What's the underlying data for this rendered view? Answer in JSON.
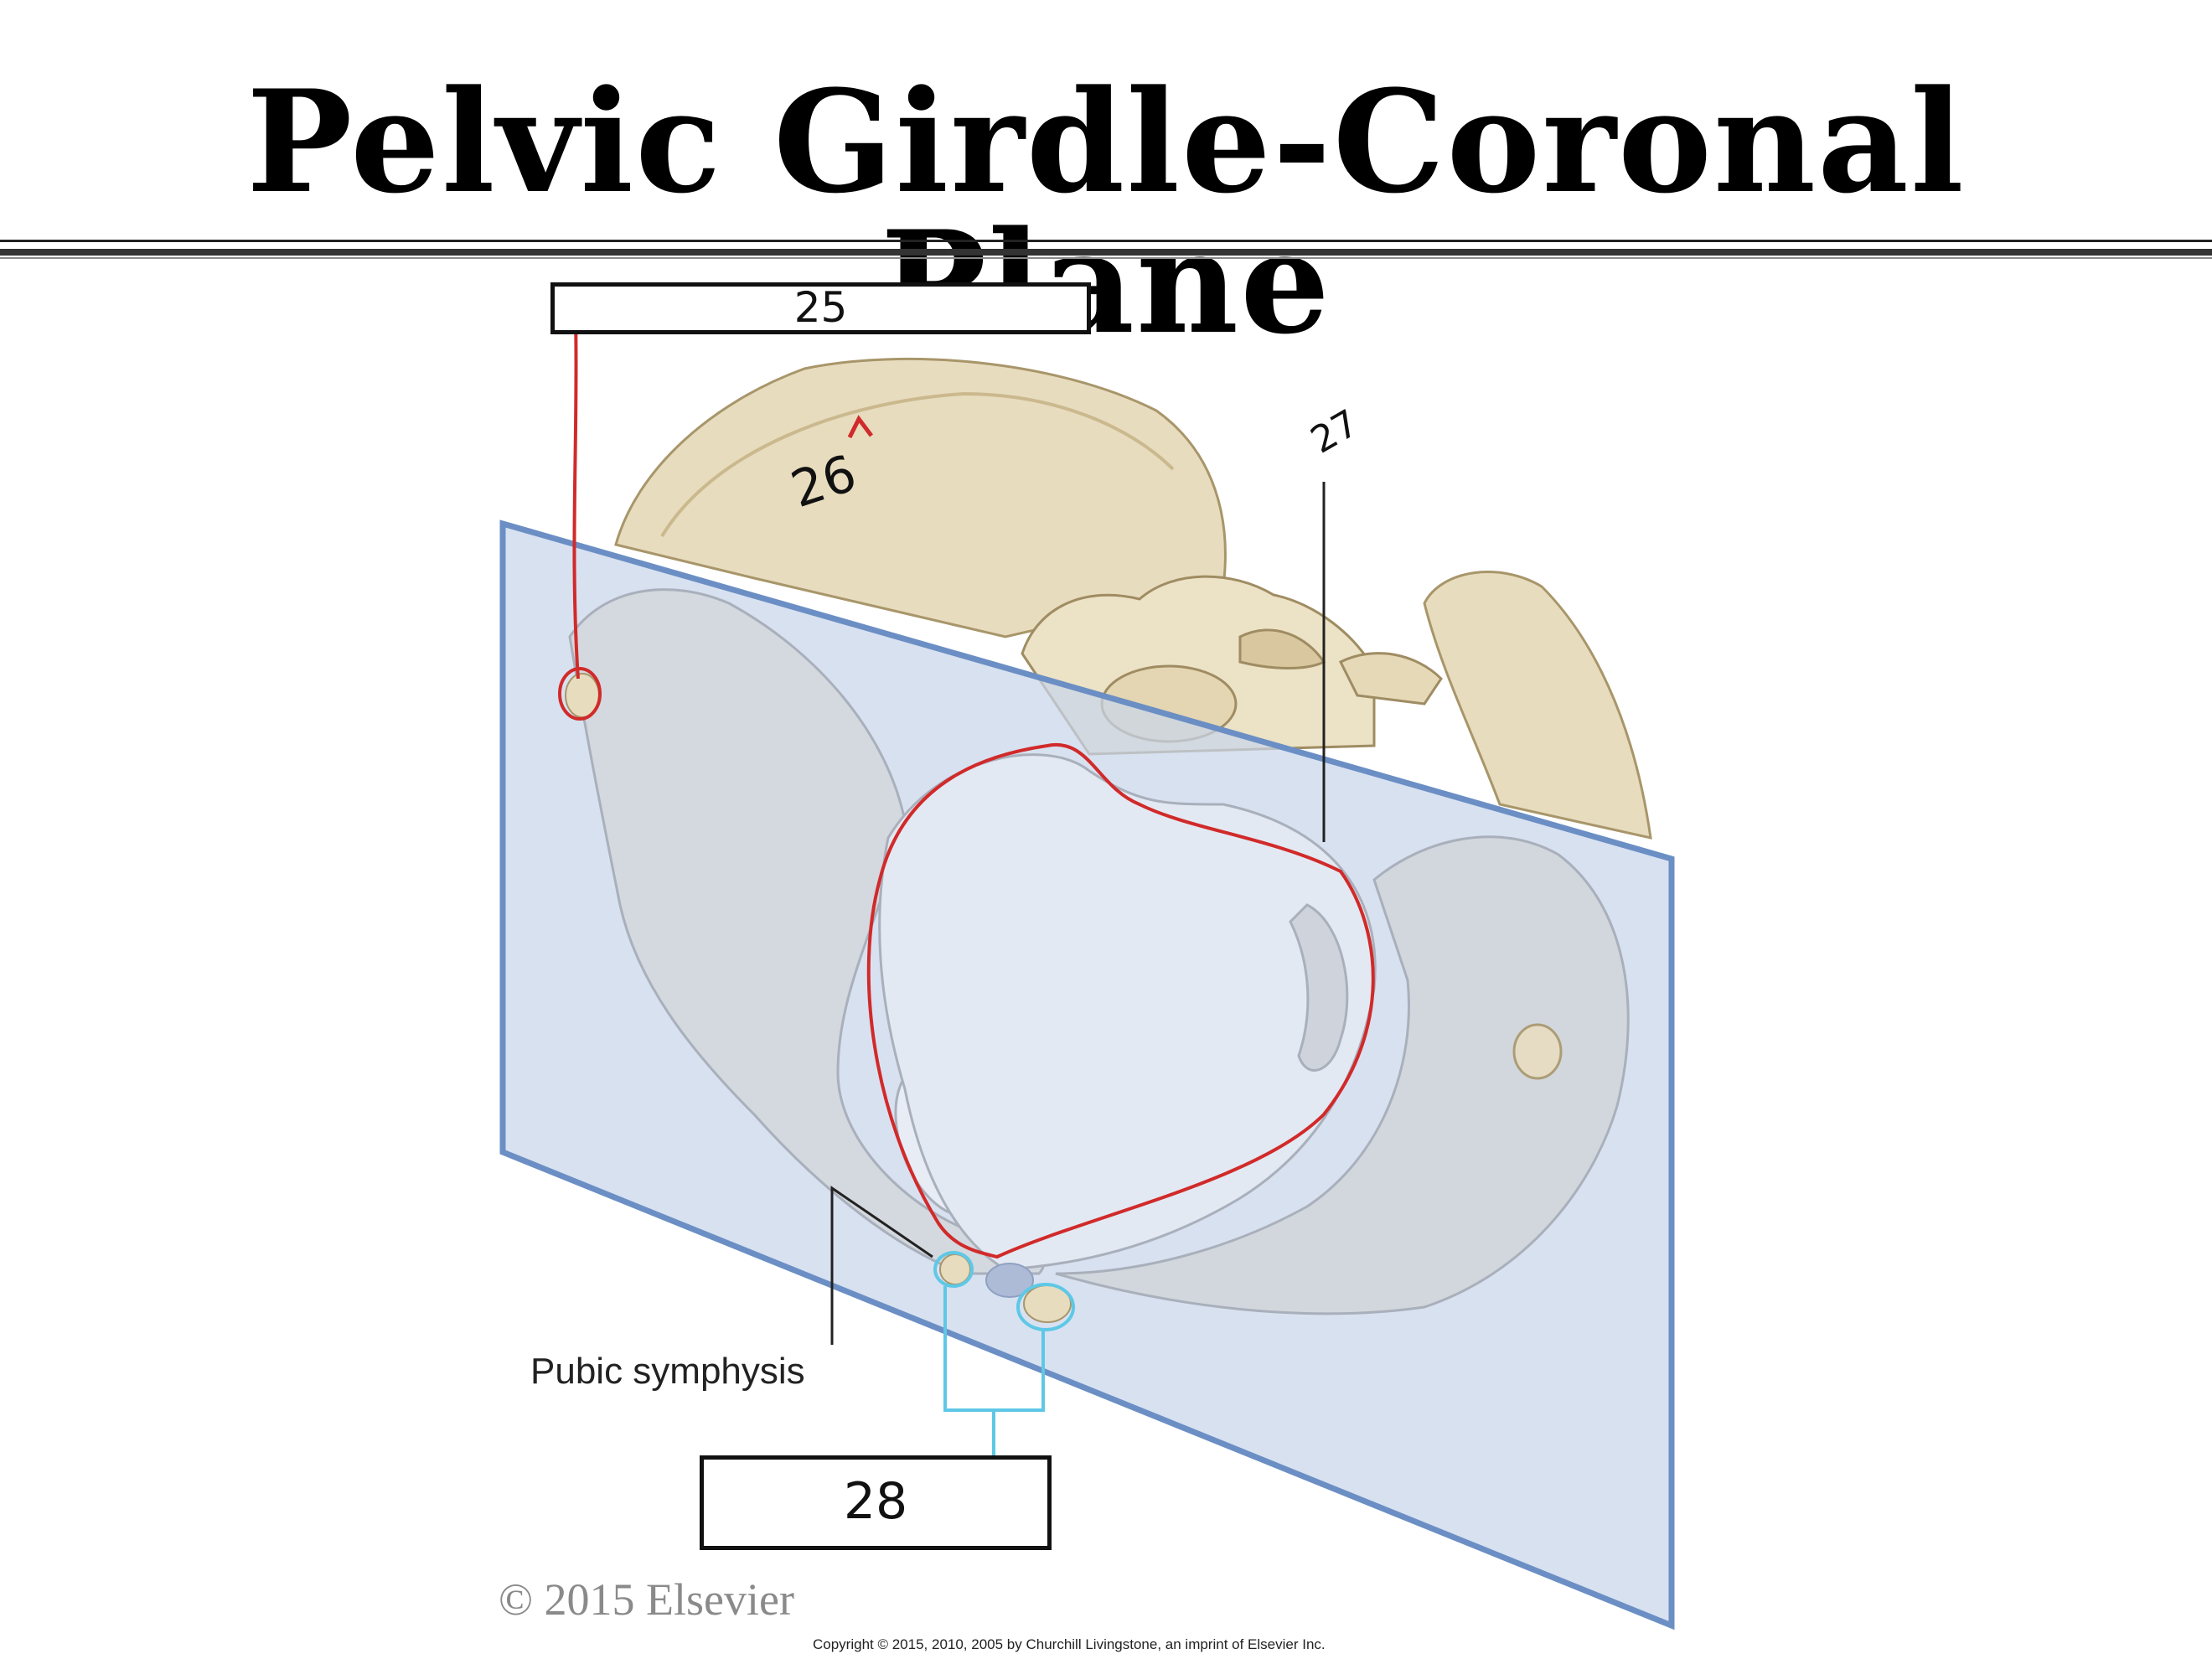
{
  "title": "Pelvic Girdle-Coronal Plane",
  "labels": {
    "box_top": "25",
    "hand_26": "26",
    "hand_27": "27",
    "box_bottom": "28",
    "pubic_symphysis": "Pubic symphysis"
  },
  "copyright": {
    "main": "© 2015 Elsevier",
    "fine": "Copyright © 2015, 2010, 2005 by Churchill Livingstone, an imprint of Elsevier Inc."
  },
  "colors": {
    "bone": "#e8dcbf",
    "bone_shadow": "#c9b98f",
    "plane_fill": "#c9d6ea",
    "plane_edge": "#6b8fc4",
    "annotation_red": "#d12a2a",
    "annotation_cyan": "#5ec8e6"
  }
}
